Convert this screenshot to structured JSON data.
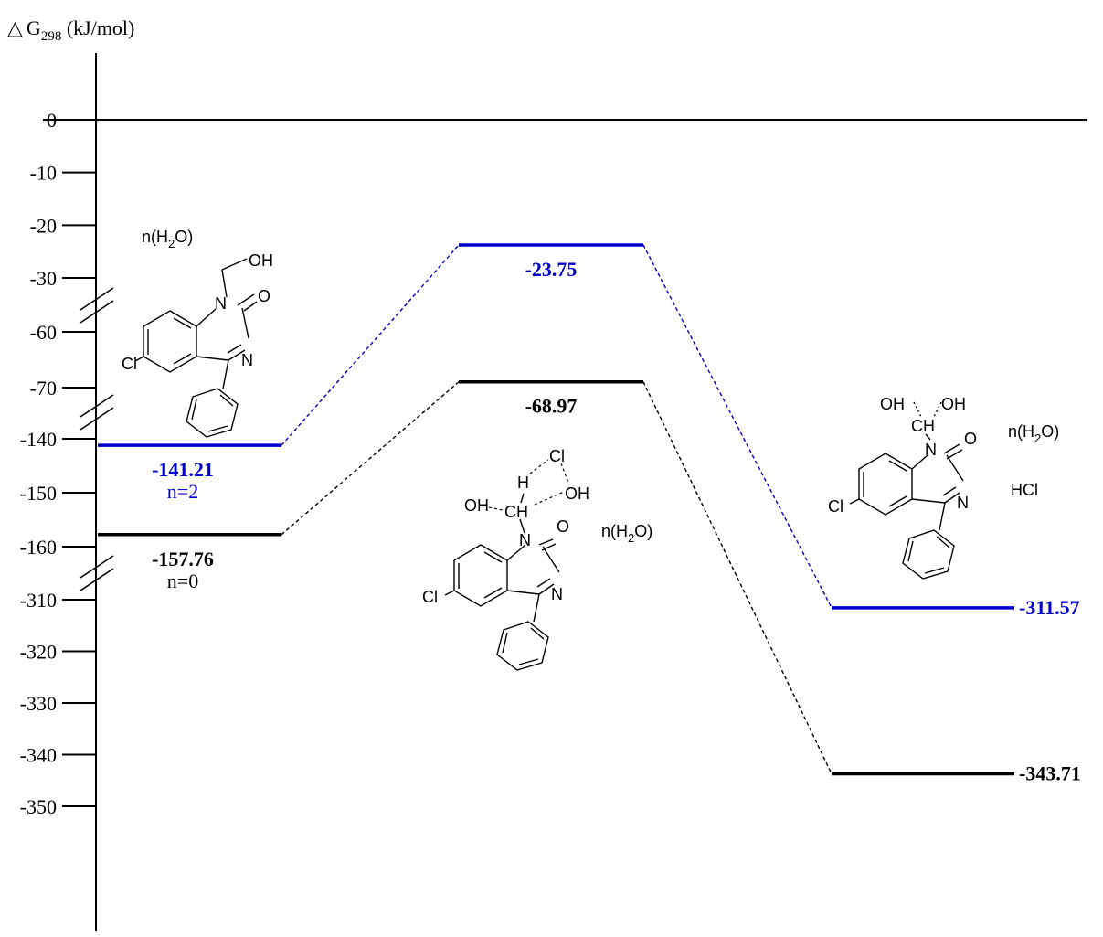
{
  "chart_data": {
    "type": "energy-diagram",
    "ylabel": {
      "symbol": "△",
      "main": "G",
      "sub": "298",
      "unit": " (kJ/mol)"
    },
    "y_ticks": [
      "0",
      "-10",
      "-20",
      "-30",
      "-60",
      "-70",
      "-140",
      "-150",
      "-160",
      "-310",
      "-320",
      "-330",
      "-340",
      "-350"
    ],
    "axis_breaks": [
      "-30/-60",
      "-70/-140",
      "-160/-310"
    ],
    "series": [
      {
        "name": "n=2",
        "color": "#0000cc",
        "levels": [
          {
            "value": -141.21,
            "label": "-141.21",
            "sublabel": "n=2"
          },
          {
            "value": -23.75,
            "label": "-23.75"
          },
          {
            "value": -311.57,
            "label": "-311.57"
          }
        ]
      },
      {
        "name": "n=0",
        "color": "#000000",
        "levels": [
          {
            "value": -157.76,
            "label": "-157.76",
            "sublabel": "n=0"
          },
          {
            "value": -68.97,
            "label": "-68.97"
          },
          {
            "value": -343.71,
            "label": "-343.71"
          }
        ]
      }
    ]
  },
  "structures": {
    "reactant": {
      "solvent": "n(H",
      "solvent_sub": "2",
      "solvent_end": "O)",
      "oh": "OH",
      "o": "O",
      "n1": "N",
      "n2": "N",
      "cl": "Cl"
    },
    "transition_state": {
      "cl_top": "Cl",
      "h": "H",
      "oh_left": "OH",
      "ch": "CH",
      "oh_right": "OH",
      "solvent": "n(H",
      "solvent_sub": "2",
      "solvent_end": "O)",
      "o": "O",
      "n1": "N",
      "n2": "N",
      "cl": "Cl"
    },
    "product": {
      "oh_left": "OH",
      "oh_right": "OH",
      "ch": "CH",
      "solvent": "n(H",
      "solvent_sub": "2",
      "solvent_end": "O)",
      "hcl": "HCl",
      "o": "O",
      "n1": "N",
      "n2": "N",
      "cl": "Cl"
    }
  }
}
